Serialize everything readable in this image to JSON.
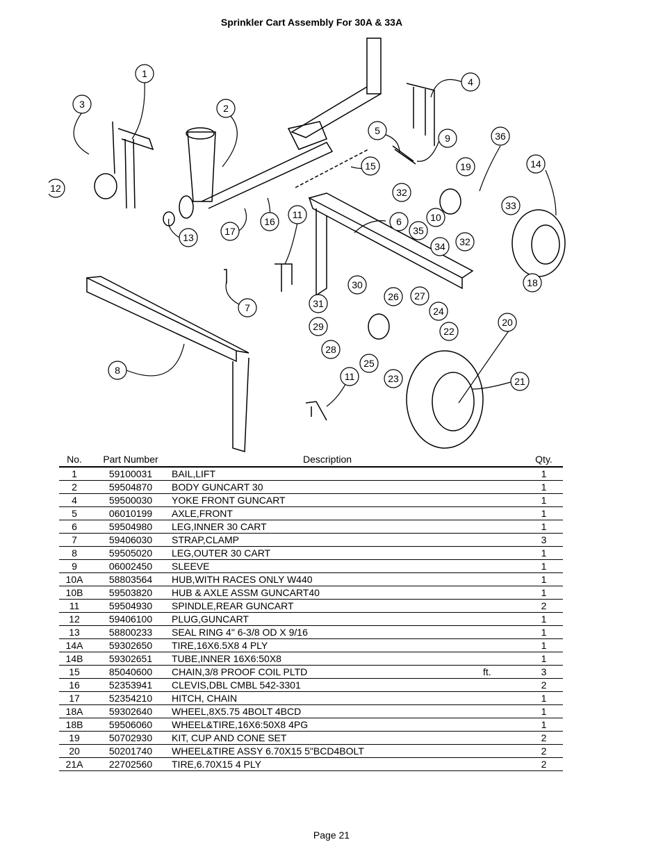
{
  "title": "Sprinkler Cart Assembly For 30A & 33A",
  "callouts": [
    "1",
    "2",
    "3",
    "4",
    "5",
    "6",
    "7",
    "8",
    "9",
    "10",
    "11",
    "11",
    "12",
    "13",
    "14",
    "15",
    "16",
    "17",
    "18",
    "19",
    "20",
    "21",
    "22",
    "23",
    "24",
    "25",
    "26",
    "27",
    "28",
    "29",
    "30",
    "31",
    "32",
    "32",
    "33",
    "34",
    "35",
    "36"
  ],
  "table": {
    "headers": {
      "no": "No.",
      "part_number": "Part Number",
      "description": "Description",
      "qty": "Qty."
    },
    "rows": [
      {
        "no": "1",
        "part": "59100031",
        "desc": "BAIL,LIFT",
        "unit": "",
        "qty": "1"
      },
      {
        "no": "2",
        "part": "59504870",
        "desc": "BODY GUNCART 30",
        "unit": "",
        "qty": "1"
      },
      {
        "no": "4",
        "part": "59500030",
        "desc": "YOKE FRONT GUNCART",
        "unit": "",
        "qty": "1"
      },
      {
        "no": "5",
        "part": "06010199",
        "desc": "AXLE,FRONT",
        "unit": "",
        "qty": "1"
      },
      {
        "no": "6",
        "part": "59504980",
        "desc": "LEG,INNER 30 CART",
        "unit": "",
        "qty": "1"
      },
      {
        "no": "7",
        "part": "59406030",
        "desc": "STRAP,CLAMP",
        "unit": "",
        "qty": "3"
      },
      {
        "no": "8",
        "part": "59505020",
        "desc": "LEG,OUTER 30 CART",
        "unit": "",
        "qty": "1"
      },
      {
        "no": "9",
        "part": "06002450",
        "desc": "SLEEVE",
        "unit": "",
        "qty": "1"
      },
      {
        "no": "10A",
        "part": "58803564",
        "desc": "HUB,WITH RACES ONLY W440",
        "unit": "",
        "qty": "1"
      },
      {
        "no": "10B",
        "part": "59503820",
        "desc": "HUB & AXLE ASSM GUNCART40",
        "unit": "",
        "qty": "1"
      },
      {
        "no": "11",
        "part": "59504930",
        "desc": "SPINDLE,REAR GUNCART",
        "unit": "",
        "qty": "2"
      },
      {
        "no": "12",
        "part": "59406100",
        "desc": "PLUG,GUNCART",
        "unit": "",
        "qty": "1"
      },
      {
        "no": "13",
        "part": "58800233",
        "desc": "SEAL RING 4\"  6-3/8 OD X 9/16",
        "unit": "",
        "qty": "1"
      },
      {
        "no": "14A",
        "part": "59302650",
        "desc": "TIRE,16X6.5X8 4 PLY",
        "unit": "",
        "qty": "1"
      },
      {
        "no": "14B",
        "part": "59302651",
        "desc": "TUBE,INNER 16X6:50X8",
        "unit": "",
        "qty": "1"
      },
      {
        "no": "15",
        "part": "85040600",
        "desc": "CHAIN,3/8 PROOF COIL PLTD",
        "unit": "ft.",
        "qty": "3"
      },
      {
        "no": "16",
        "part": "52353941",
        "desc": "CLEVIS,DBL CMBL 542-3301",
        "unit": "",
        "qty": "2"
      },
      {
        "no": "17",
        "part": "52354210",
        "desc": "HITCH, CHAIN",
        "unit": "",
        "qty": "1"
      },
      {
        "no": "18A",
        "part": "59302640",
        "desc": "WHEEL,8X5.75 4BOLT 4BCD",
        "unit": "",
        "qty": "1"
      },
      {
        "no": "18B",
        "part": "59506060",
        "desc": "WHEEL&TIRE,16X6:50X8 4PG",
        "unit": "",
        "qty": "1"
      },
      {
        "no": "19",
        "part": "50702930",
        "desc": "KIT, CUP AND CONE SET",
        "unit": "",
        "qty": "2"
      },
      {
        "no": "20",
        "part": "50201740",
        "desc": "WHEEL&TIRE ASSY 6.70X15 5\"BCD4BOLT",
        "unit": "",
        "qty": "2"
      },
      {
        "no": "21A",
        "part": "22702560",
        "desc": "TIRE,6.70X15 4 PLY",
        "unit": "",
        "qty": "2"
      }
    ]
  },
  "footer": {
    "page": "Page 21"
  }
}
